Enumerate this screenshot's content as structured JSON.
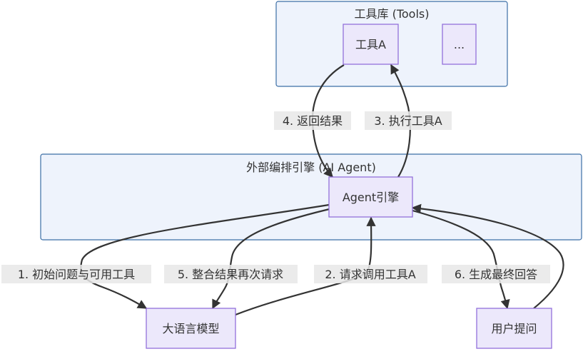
{
  "clusters": {
    "tools": {
      "title": "工具库 (Tools)"
    },
    "engine": {
      "title": "外部编排引擎 (AI Agent)"
    }
  },
  "nodes": {
    "tool_a": "工具A",
    "ellipsis": "...",
    "agent": "Agent引擎",
    "llm": "大语言模型",
    "user": "用户提问"
  },
  "edges": {
    "e1": "1. 初始问题与可用工具",
    "e2": "2. 请求调用工具A",
    "e3": "3. 执行工具A",
    "e4": "4. 返回结果",
    "e5": "5. 整合结果再次请求",
    "e6": "6. 生成最终回答"
  },
  "colors": {
    "cluster_fill": "#eef3fc",
    "cluster_stroke": "#3b6ea5",
    "node_fill": "#ece8fb",
    "node_stroke": "#9370db",
    "edge": "#333333",
    "label_bg": "#e8e8e8"
  }
}
